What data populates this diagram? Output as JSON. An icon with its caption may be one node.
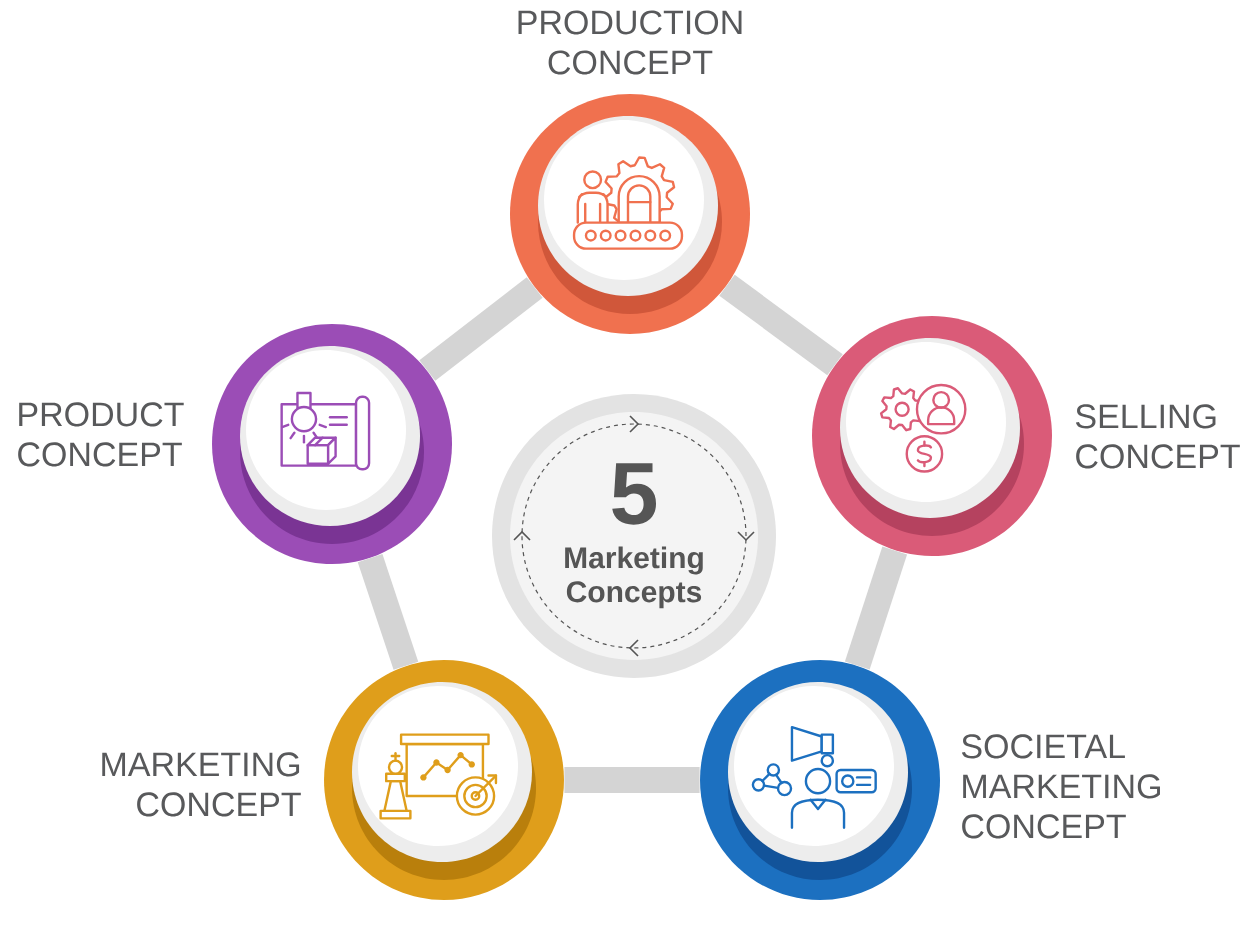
{
  "diagram": {
    "nodes": [
      {
        "text": [
          "PRODUCTION CONCEPT"
        ]
      },
      {
        "text": [
          "PRODUCT CONCEPT"
        ]
      },
      {
        "text": [
          "SELLING CONCEPT"
        ]
      },
      {
        "text": [
          "5",
          "Marketing Concepts"
        ]
      },
      {
        "text": [
          "MARKETING CONCEPT"
        ]
      },
      {
        "text": [
          "SOCIETAL MARKETING CONCEPT"
        ]
      }
    ],
    "edges": [
      {
        "from": 0,
        "to": 2,
        "arrow": "none"
      },
      {
        "from": 2,
        "to": 5,
        "arrow": "none"
      },
      {
        "from": 5,
        "to": 4,
        "arrow": "none"
      },
      {
        "from": 4,
        "to": 1,
        "arrow": "none"
      },
      {
        "from": 1,
        "to": 0,
        "arrow": "none"
      }
    ]
  }
}
